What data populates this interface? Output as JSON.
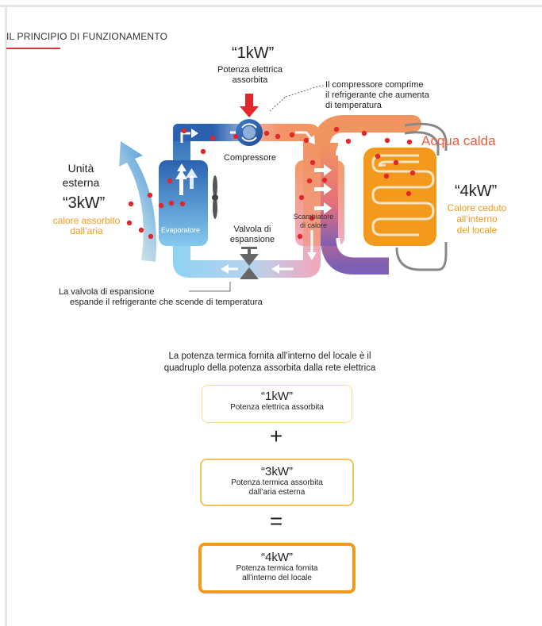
{
  "section_title": "IL PRINCIPIO DI FUNZIONAMENTO",
  "compressor_power": {
    "value": "“1kW”",
    "line1": "Potenza elettrica",
    "line2": "assorbita"
  },
  "compressor_note": {
    "line1": "Il compressore comprime",
    "line2": "il refrigerante che aumenta",
    "line3": "di temperatura"
  },
  "compressor_label": "Compressore",
  "outdoor_unit": {
    "line1": "Unità",
    "line2": "esterna"
  },
  "air_heat": {
    "value": "“3kW”",
    "line1": "calore assorbito",
    "line2": "dall’aria"
  },
  "evaporator_label": "Evaporatore",
  "valve_label": {
    "line1": "Valvola di",
    "line2": "espansione"
  },
  "exchanger_label": {
    "line1": "Scambiatore",
    "line2": "di calore"
  },
  "hot_water_label": "Acqua calda",
  "room_heat": {
    "value": "“4kW”",
    "line1": "Calore ceduto",
    "line2": "all’interno",
    "line3": "del locale"
  },
  "valve_note": {
    "line1": "La valvola di espansione",
    "line2": "espande il refrigerante che scende di temperatura"
  },
  "summary": {
    "line1": "La potenza termica fornita  all’interno del locale è il",
    "line2": "quadruplo della potenza assorbita dalla rete elettrica"
  },
  "boxes": [
    {
      "value": "“1kW”",
      "line1": "Potenza elettrica assorbita",
      "line2": ""
    },
    {
      "value": "“3kW”",
      "line1": "Potenza termica assorbita",
      "line2": "dall’aria esterna"
    },
    {
      "value": "“4kW”",
      "line1": "Potenza termica fornita",
      "line2": "all’interno del locale"
    }
  ],
  "operators": {
    "plus": "+",
    "equals": "="
  },
  "colors": {
    "accent_red": "#d8343a",
    "orange": "#f39a1c",
    "hot_red": "#ee5a3e",
    "cold_blue": "#2a62b0",
    "light_blue": "#8ed3f2",
    "pink": "#f3a6b8",
    "box_border_light": "#f8df8e",
    "box_border_mid": "#f7c25c",
    "box_border_strong": "#f39a1c"
  }
}
